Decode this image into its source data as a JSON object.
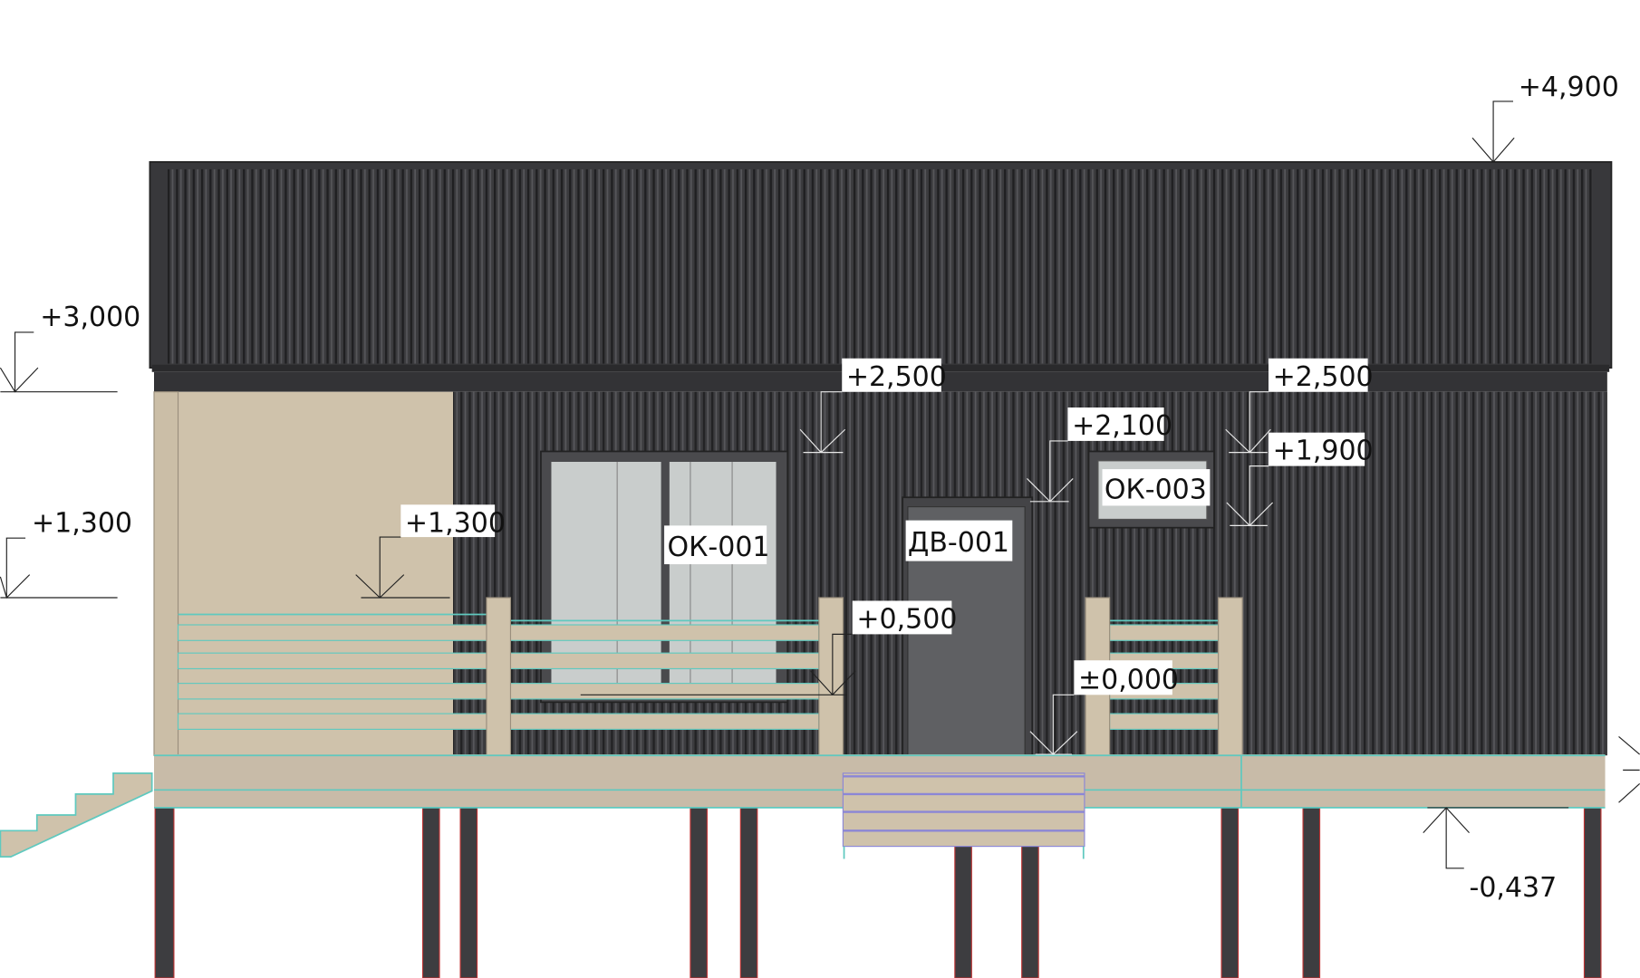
{
  "drawing": {
    "title": "Facade elevation",
    "colors": {
      "roof": "#3a3a3d",
      "wall": "#3c3c3f",
      "cladding_beige": "#cfc2ab",
      "deck": "#c8bba8",
      "glass": "#c9cdcc",
      "door": "#5f6063",
      "pile": "#3d3d40",
      "accent_teal": "#5fc9bf",
      "accent_purple": "#8b86d6"
    },
    "level_marks": {
      "roof_top": "+4,900",
      "eave_left": "+3,000",
      "sill_left": "+1,300",
      "sill_porch": "+1,300",
      "lintel_ok001": "+2,500",
      "lintel_ok003": "+2,500",
      "door_top": "+2,100",
      "sill_ok003": "+1,900",
      "railing": "+0,500",
      "floor_zero": "±0,000",
      "ground": "-0,437"
    },
    "tags": {
      "window_1": "ОК-001",
      "window_3": "ОК-003",
      "door_1": "ДВ-001"
    }
  }
}
